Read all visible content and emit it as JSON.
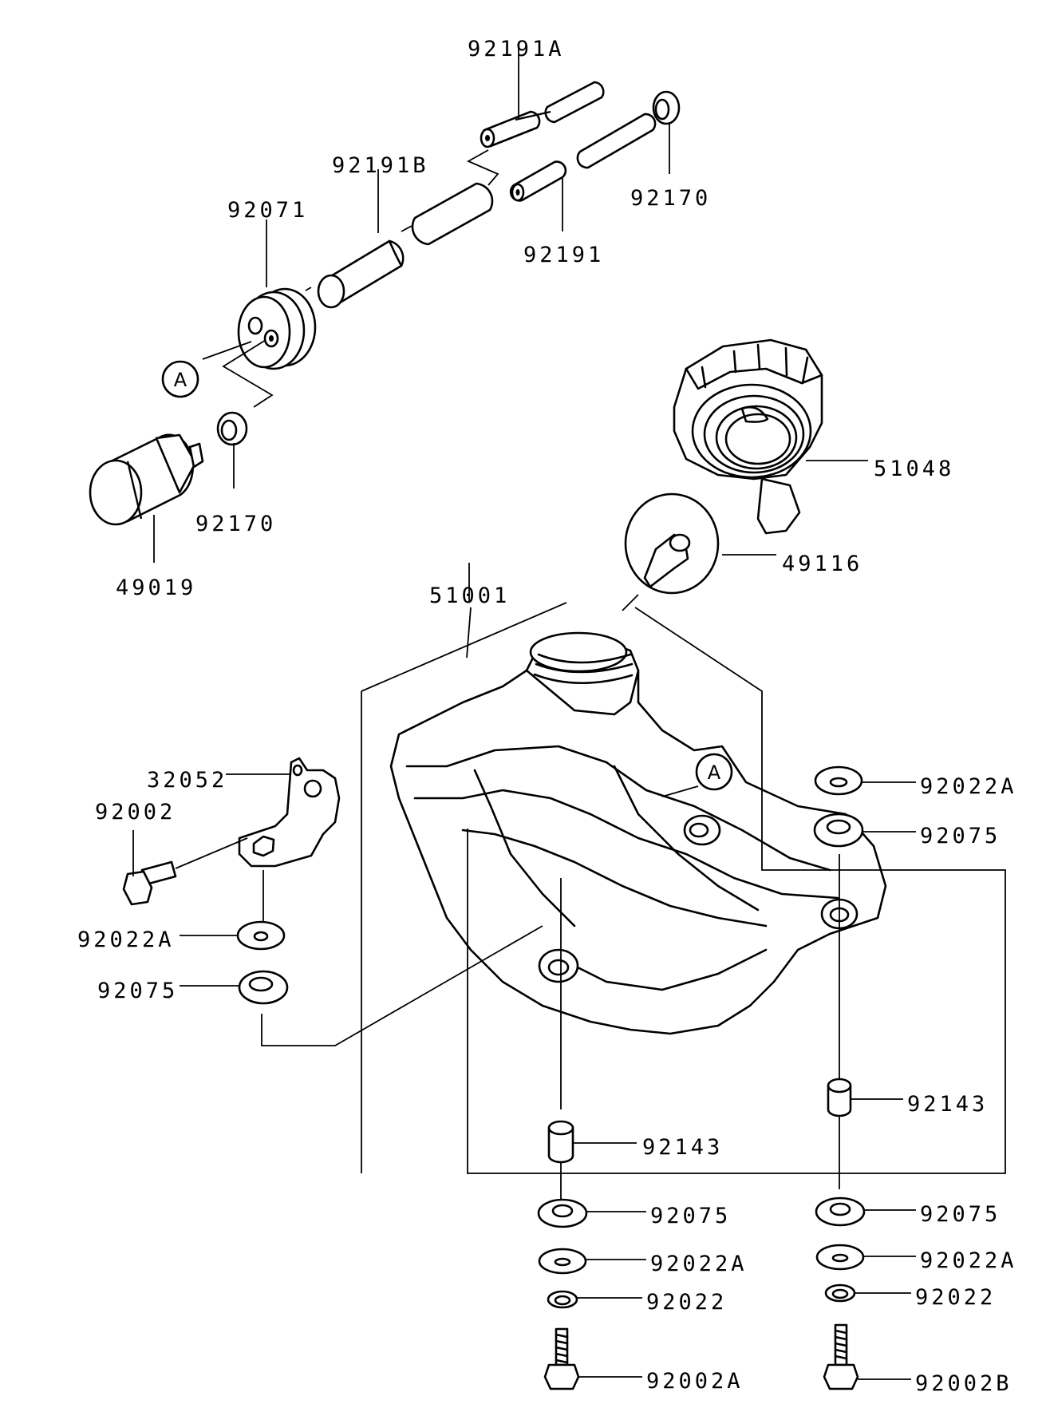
{
  "labels": {
    "p92191A": "92191A",
    "p92191B": "92191B",
    "p92071": "92071",
    "p92170_top": "92170",
    "p92191": "92191",
    "p92170_left": "92170",
    "p49019": "49019",
    "p51048": "51048",
    "p49116": "49116",
    "p51001": "51001",
    "p32052": "32052",
    "p92002": "92002",
    "p92022A_left": "92022A",
    "p92075_left": "92075",
    "p92022A_right_top": "92022A",
    "p92075_right_top": "92075",
    "p92143_right": "92143",
    "p92143_center": "92143",
    "p92075_center": "92075",
    "p92075_right_bottom": "92075",
    "p92022A_center": "92022A",
    "p92022A_right_bottom": "92022A",
    "p92022_center": "92022",
    "p92022_right": "92022",
    "p92002A": "92002A",
    "p92002B": "92002B"
  },
  "refs": {
    "ref_a_left": "A",
    "ref_a_tank": "A"
  }
}
